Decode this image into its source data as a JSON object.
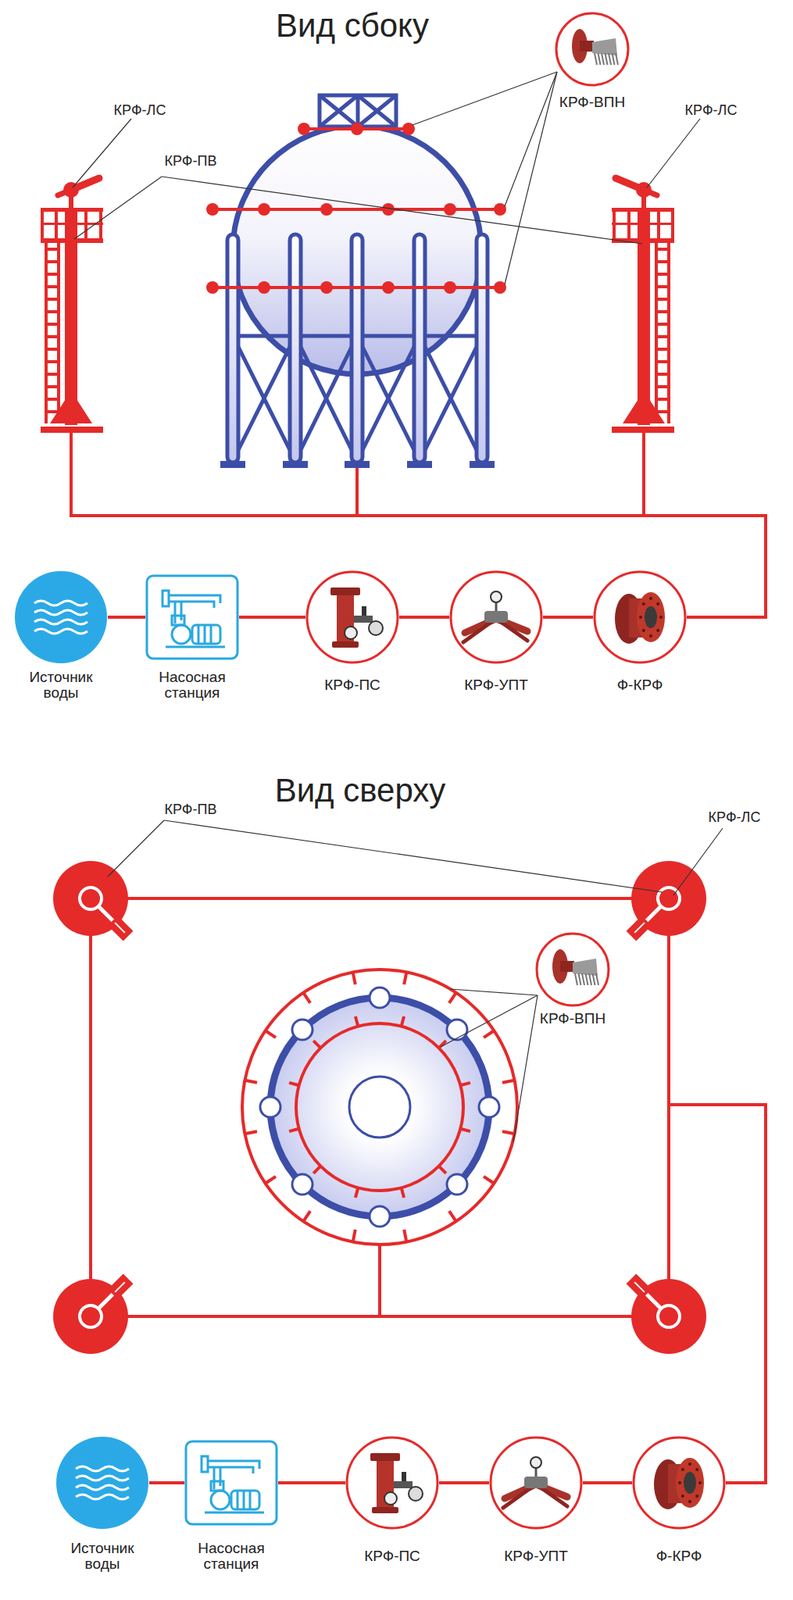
{
  "diagram": {
    "nodes": [
      {
        "text": [
          "КРФ-ВПН"
        ]
      },
      {
        "text": [
          "Источник воды"
        ]
      },
      {
        "text": [
          "Насосная станция"
        ]
      },
      {
        "text": [
          "КРФ-ПС"
        ]
      },
      {
        "text": [
          "КРФ-УПТ"
        ]
      },
      {
        "text": [
          "Ф-КРФ"
        ]
      },
      {
        "text": [
          "КРФ-ВПН"
        ]
      },
      {
        "text": [
          "Источник воды"
        ]
      },
      {
        "text": [
          "Насосная станция"
        ]
      },
      {
        "text": [
          "КРФ-ПС"
        ]
      },
      {
        "text": [
          "КРФ-УПТ"
        ]
      },
      {
        "text": [
          "Ф-КРФ"
        ]
      }
    ],
    "edges": [
      {
        "from": 1,
        "to": 2,
        "arrow": "none"
      },
      {
        "from": 2,
        "to": 3,
        "arrow": "none"
      },
      {
        "from": 3,
        "to": 4,
        "arrow": "none"
      },
      {
        "from": 4,
        "to": 5,
        "arrow": "none"
      },
      {
        "from": 7,
        "to": 8,
        "arrow": "none"
      },
      {
        "from": 8,
        "to": 9,
        "arrow": "none"
      },
      {
        "from": 9,
        "to": 10,
        "arrow": "none"
      },
      {
        "from": 10,
        "to": 11,
        "arrow": "none"
      }
    ],
    "labels": [
      "Вид сбоку",
      "КРФ-ЛС",
      "КРФ-ЛС",
      "КРФ-ПВ",
      "Вид сверху",
      "КРФ-ПВ",
      "КРФ-ЛС"
    ]
  }
}
